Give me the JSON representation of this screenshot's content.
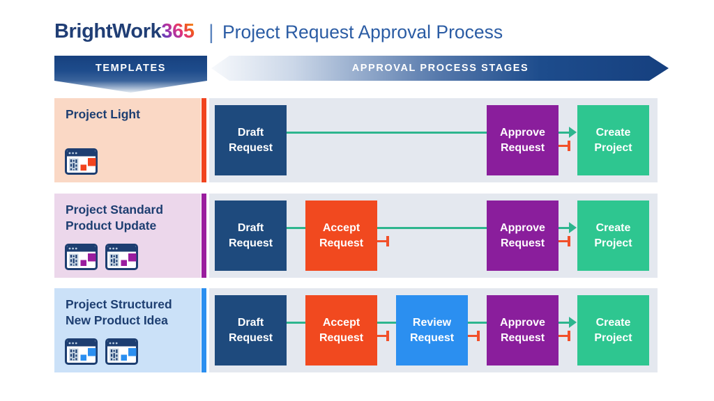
{
  "header": {
    "brand": "BrightWork",
    "brand_suffix": "365",
    "separator": "|",
    "title": "Project Request Approval Process"
  },
  "banners": {
    "templates_label": "TEMPLATES",
    "stages_label": "APPROVAL PROCESS STAGES"
  },
  "colors": {
    "logo_navy": "#203E75",
    "title_blue": "#2B5CA4",
    "banner_blue": "#1E4C8C",
    "flow_bg": "#E4E8EF",
    "navy_box": "#1E4A7D",
    "orange_box": "#F1491F",
    "bright_blue_box": "#2B8FF0",
    "purple_box": "#8A1E9C",
    "green_box": "#2EC690",
    "connector_green": "#2DB58E",
    "reject_orange": "#F1502A",
    "template_title_navy": "#1D3E71"
  },
  "rows": [
    {
      "template": {
        "title_lines": [
          "Project Light"
        ],
        "bg": "#FAD8C5",
        "accent": "#F1441F",
        "icon_name": "project-window-chart-icon",
        "icon_count": 1
      },
      "steps": [
        {
          "id": "draft-request",
          "label_lines": [
            "Draft",
            "Request"
          ],
          "color": "#1E4A7D",
          "slot": 0,
          "reject": false
        },
        {
          "id": "approve-request",
          "label_lines": [
            "Approve",
            "Request"
          ],
          "color": "#8A1E9C",
          "slot": 3,
          "reject": true
        },
        {
          "id": "create-project",
          "label_lines": [
            "Create",
            "Project"
          ],
          "color": "#2EC690",
          "slot": 4,
          "reject": false
        }
      ]
    },
    {
      "template": {
        "title_lines": [
          "Project Standard",
          "Product Update"
        ],
        "bg": "#ECD7EB",
        "accent": "#9A1D9E",
        "icon_name": "project-window-chart-icon",
        "icon_count": 2
      },
      "steps": [
        {
          "id": "draft-request",
          "label_lines": [
            "Draft",
            "Request"
          ],
          "color": "#1E4A7D",
          "slot": 0,
          "reject": false
        },
        {
          "id": "accept-request",
          "label_lines": [
            "Accept",
            "Request"
          ],
          "color": "#F1491F",
          "slot": 1,
          "reject": true
        },
        {
          "id": "approve-request",
          "label_lines": [
            "Approve",
            "Request"
          ],
          "color": "#8A1E9C",
          "slot": 3,
          "reject": true
        },
        {
          "id": "create-project",
          "label_lines": [
            "Create",
            "Project"
          ],
          "color": "#2EC690",
          "slot": 4,
          "reject": false
        }
      ]
    },
    {
      "template": {
        "title_lines": [
          "Project Structured",
          "New Product Idea"
        ],
        "bg": "#CBE1F8",
        "accent": "#2B8FF0",
        "icon_name": "project-window-chart-icon",
        "icon_count": 2
      },
      "steps": [
        {
          "id": "draft-request",
          "label_lines": [
            "Draft",
            "Request"
          ],
          "color": "#1E4A7D",
          "slot": 0,
          "reject": false
        },
        {
          "id": "accept-request",
          "label_lines": [
            "Accept",
            "Request"
          ],
          "color": "#F1491F",
          "slot": 1,
          "reject": true
        },
        {
          "id": "review-request",
          "label_lines": [
            "Review",
            "Request"
          ],
          "color": "#2B8FF0",
          "slot": 2,
          "reject": true
        },
        {
          "id": "approve-request",
          "label_lines": [
            "Approve",
            "Request"
          ],
          "color": "#8A1E9C",
          "slot": 3,
          "reject": true
        },
        {
          "id": "create-project",
          "label_lines": [
            "Create",
            "Project"
          ],
          "color": "#2EC690",
          "slot": 4,
          "reject": false
        }
      ]
    }
  ]
}
